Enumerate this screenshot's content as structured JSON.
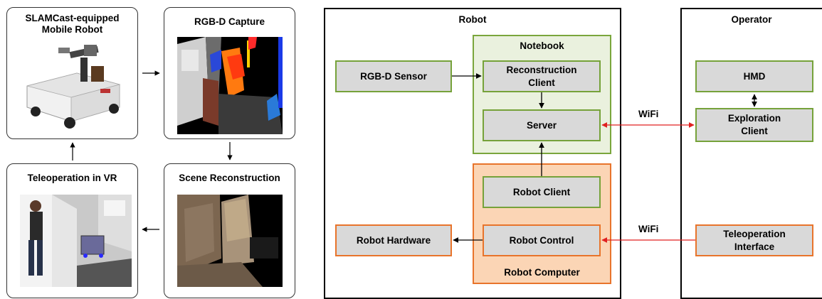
{
  "pipeline": {
    "panels": [
      {
        "title": "SLAMCast-equipped\nMobile Robot"
      },
      {
        "title": "RGB-D Capture"
      },
      {
        "title": "Teleoperation in VR"
      },
      {
        "title": "Scene Reconstruction"
      }
    ]
  },
  "architecture": {
    "robot_title": "Robot",
    "operator_title": "Operator",
    "notebook_title": "Notebook",
    "robot_computer_title": "Robot Computer",
    "boxes": {
      "rgbd_sensor": "RGB-D Sensor",
      "reconstruction_client": "Reconstruction\nClient",
      "server": "Server",
      "robot_client": "Robot Client",
      "robot_control": "Robot Control",
      "robot_hardware": "Robot Hardware",
      "hmd": "HMD",
      "exploration_client": "Exploration\nClient",
      "teleoperation_interface": "Teleoperation\nInterface"
    },
    "wifi_label_top": "WiFi",
    "wifi_label_bottom": "WiFi"
  },
  "colors": {
    "green_border": "#7aa63c",
    "green_fill": "#eaf1de",
    "orange_border": "#e8742b",
    "orange_fill": "#fbd5b5",
    "box_fill": "#d9d9d9",
    "wifi_arrow": "#e02020"
  }
}
